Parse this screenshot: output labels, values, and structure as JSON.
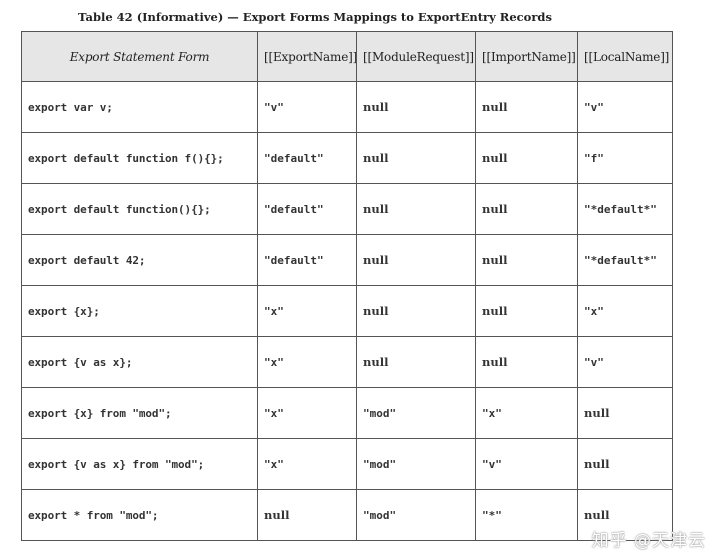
{
  "caption": "Table 42 (Informative) — Export Forms Mappings to ExportEntry Records",
  "headers": [
    "Export Statement Form",
    "[[ExportName]]",
    "[[ModuleRequest]]",
    "[[ImportName]]",
    "[[LocalName]]"
  ],
  "rows": [
    [
      "export var v;",
      "\"v\"",
      "null",
      "null",
      "\"v\""
    ],
    [
      "export default function f(){};",
      "\"default\"",
      "null",
      "null",
      "\"f\""
    ],
    [
      "export default function(){};",
      "\"default\"",
      "null",
      "null",
      "\"*default*\""
    ],
    [
      "export default 42;",
      "\"default\"",
      "null",
      "null",
      "\"*default*\""
    ],
    [
      "export {x};",
      "\"x\"",
      "null",
      "null",
      "\"x\""
    ],
    [
      "export {v as x};",
      "\"x\"",
      "null",
      "null",
      "\"v\""
    ],
    [
      "export {x} from \"mod\";",
      "\"x\"",
      "\"mod\"",
      "\"x\"",
      "null"
    ],
    [
      "export {v as x} from \"mod\";",
      "\"x\"",
      "\"mod\"",
      "\"v\"",
      "null"
    ],
    [
      "export * from \"mod\";",
      "null",
      "\"mod\"",
      "\"*\"",
      "null"
    ]
  ],
  "watermark": "知乎 @天津云"
}
